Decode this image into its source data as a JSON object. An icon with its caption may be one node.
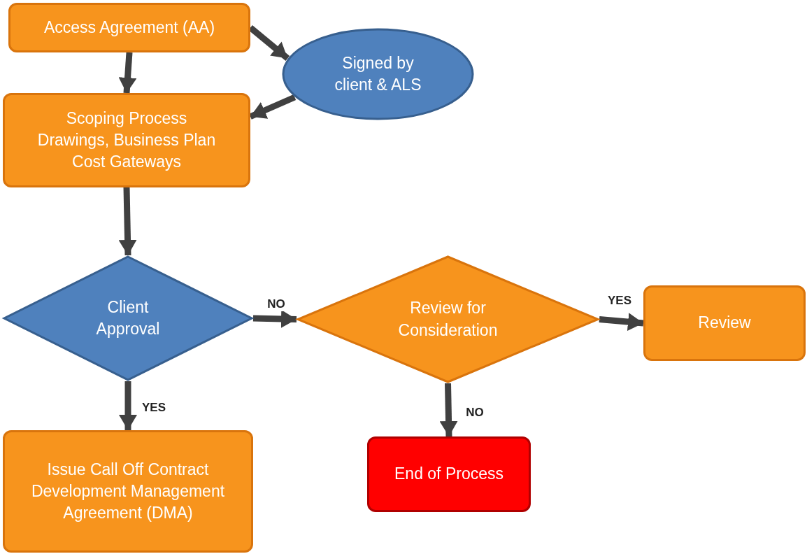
{
  "diagram": {
    "nodes": [
      {
        "text": [
          "Access Agreement (AA)"
        ]
      },
      {
        "text": [
          "Signed by client & ALS"
        ]
      },
      {
        "text": [
          "Scoping Process",
          "Drawings, Business Plan",
          "Cost Gateways"
        ]
      },
      {
        "text": [
          "Client Approval"
        ]
      },
      {
        "text": [
          "Review for Consideration"
        ]
      },
      {
        "text": [
          "Review"
        ]
      },
      {
        "text": [
          "Issue Call Off Contract Development Management Agreement (DMA)"
        ]
      },
      {
        "text": [
          "End of Process"
        ]
      }
    ],
    "edges": [
      {
        "from": 0,
        "to": 1,
        "arrow": "to"
      },
      {
        "from": 1,
        "to": 2,
        "arrow": "to"
      },
      {
        "from": 0,
        "to": 2,
        "arrow": "to"
      },
      {
        "from": 2,
        "to": 3,
        "arrow": "to"
      },
      {
        "from": 3,
        "to": 4,
        "arrow": "to",
        "label": "NO"
      },
      {
        "from": 4,
        "to": 5,
        "arrow": "to",
        "label": "YES"
      },
      {
        "from": 3,
        "to": 6,
        "arrow": "to",
        "label": "YES"
      },
      {
        "from": 4,
        "to": 7,
        "arrow": "to",
        "label": "NO"
      }
    ]
  }
}
